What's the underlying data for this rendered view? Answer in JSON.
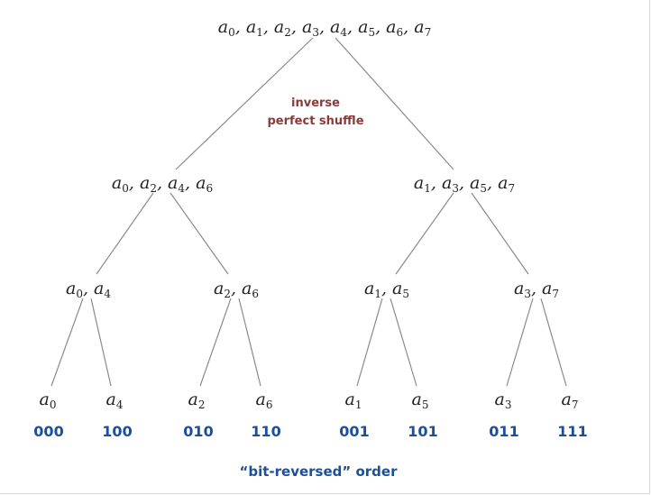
{
  "tree": {
    "root": {
      "symbol": "a",
      "indices": [
        "0",
        "1",
        "2",
        "3",
        "4",
        "5",
        "6",
        "7"
      ]
    },
    "level1": [
      {
        "symbol": "a",
        "indices": [
          "0",
          "2",
          "4",
          "6"
        ]
      },
      {
        "symbol": "a",
        "indices": [
          "1",
          "3",
          "5",
          "7"
        ]
      }
    ],
    "level2": [
      {
        "symbol": "a",
        "indices": [
          "0",
          "4"
        ]
      },
      {
        "symbol": "a",
        "indices": [
          "2",
          "6"
        ]
      },
      {
        "symbol": "a",
        "indices": [
          "1",
          "5"
        ]
      },
      {
        "symbol": "a",
        "indices": [
          "3",
          "7"
        ]
      }
    ],
    "leaves": [
      {
        "symbol": "a",
        "indices": [
          "0"
        ],
        "bits": "000"
      },
      {
        "symbol": "a",
        "indices": [
          "4"
        ],
        "bits": "100"
      },
      {
        "symbol": "a",
        "indices": [
          "2"
        ],
        "bits": "010"
      },
      {
        "symbol": "a",
        "indices": [
          "6"
        ],
        "bits": "110"
      },
      {
        "symbol": "a",
        "indices": [
          "1"
        ],
        "bits": "001"
      },
      {
        "symbol": "a",
        "indices": [
          "5"
        ],
        "bits": "101"
      },
      {
        "symbol": "a",
        "indices": [
          "3"
        ],
        "bits": "011"
      },
      {
        "symbol": "a",
        "indices": [
          "7"
        ],
        "bits": "111"
      }
    ]
  },
  "annotation": {
    "line1": "inverse",
    "line2": "perfect shuffle"
  },
  "caption": "“bit-reversed” order",
  "colors": {
    "edge": "#8a8a8a",
    "annotation": "#8b3a3a",
    "bits": "#1b4f9c",
    "text": "#222222"
  }
}
